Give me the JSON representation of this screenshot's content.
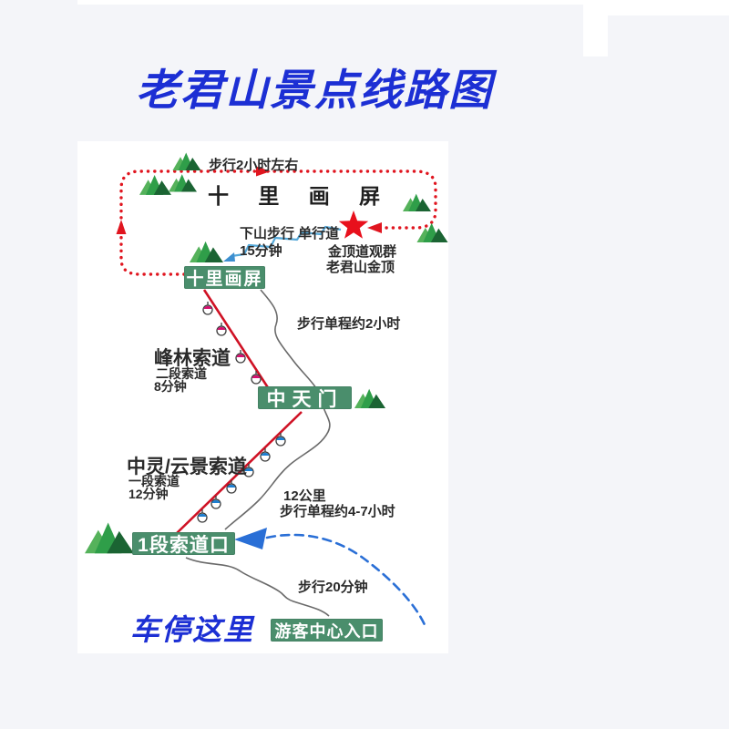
{
  "title": "老君山景点线路图",
  "colors": {
    "title_blue": "#1c2fd4",
    "station_green": "#4a8e6c",
    "loop_red": "#e0151f",
    "cable_red": "#cf1124",
    "star_red": "#e8101c",
    "stream_blue": "#55a8d8",
    "shuttle_blue": "#2a6fd6",
    "path_grey": "#6a6a6a",
    "mountain_light": "#55b25b",
    "mountain_mid": "#2f9e49",
    "mountain_dark": "#1b6433"
  },
  "stations": {
    "shilihuaping": "十里画屏",
    "zhongtianmen": "中天门",
    "cableway1_gate": "1段索道口",
    "visitor_center": "游客中心入口"
  },
  "annotations": {
    "loop_walk": "步行2小时左右",
    "shili_area": "十 里 画 屏",
    "downhill": "下山步行 单行道",
    "downhill_time": "15分钟",
    "summit_line1": "金顶道观群",
    "summit_line2": "老君山金顶",
    "walk_oneway_2h": "步行单程约2小时",
    "fenglin_cableway": "峰林索道",
    "fenglin_section": "二段索道",
    "fenglin_time": "8分钟",
    "zhongling_cableway": "中灵/云景索道",
    "zhongling_section": "一段索道",
    "zhongling_time": "12分钟",
    "distance_12km": "12公里",
    "walk_4_7h": "步行单程约4-7小时",
    "walk_20min": "步行20分钟",
    "park_here": "车停这里"
  }
}
